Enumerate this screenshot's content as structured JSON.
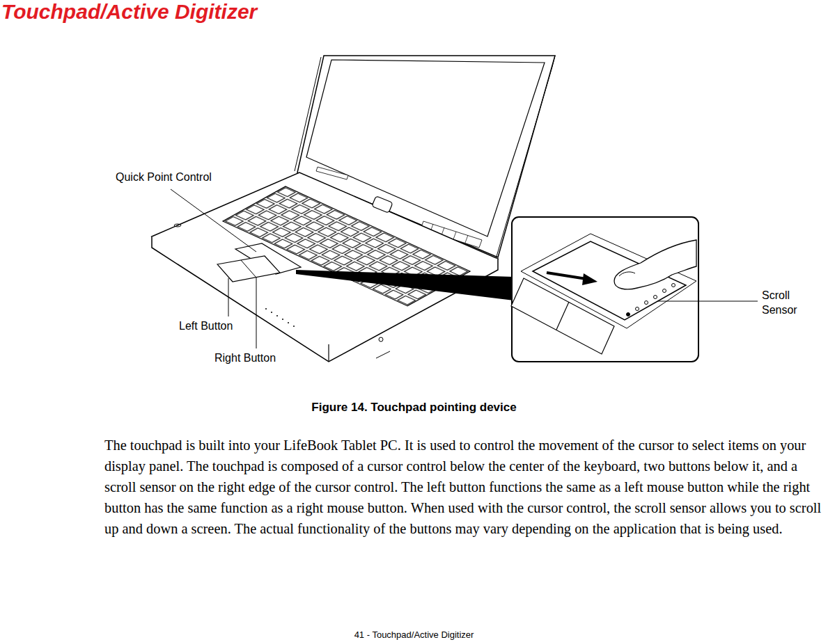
{
  "diagram": {
    "title": "Touchpad/Active Digitizer",
    "caption": "Figure 14.  Touchpad pointing device",
    "labels": [
      "Quick Point Control",
      "Scroll Sensor",
      "Left Button",
      "Right Button",
      "The touchpad is built into your LifeBook Tablet PC. It is used to control the movement of the cursor to select items on your display panel. The touchpad is composed of a cursor control below the center of the keyboard, two buttons below it, and a scroll sensor on the right edge of the cursor control. The left button functions the same as a left mouse button while the right button has the same function as a right mouse button. When used with the cursor control, the scroll sensor allows you to scroll up and down a screen. The actual functionality of the buttons may vary depending on the application that is being used.",
      "41 - Touchpad/Active Digitizer"
    ]
  }
}
